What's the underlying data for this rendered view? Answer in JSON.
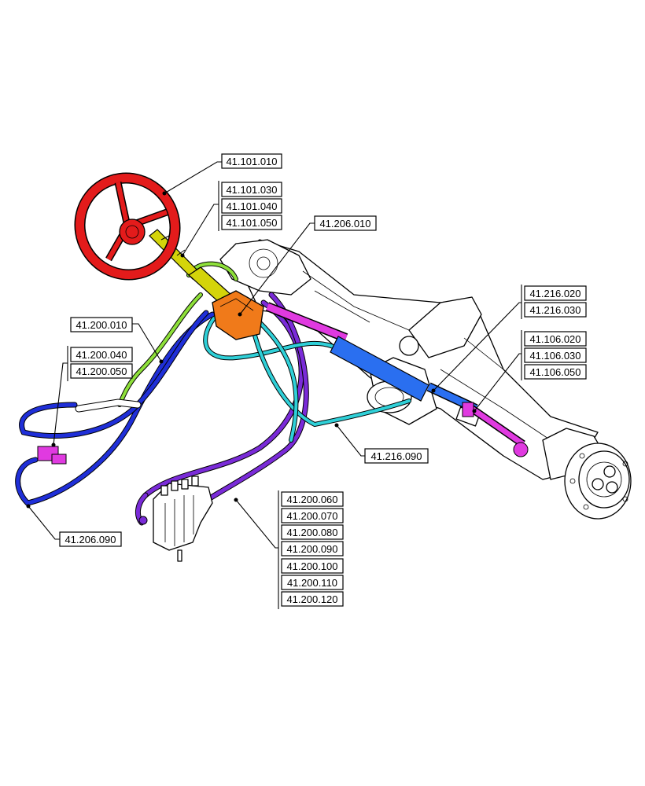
{
  "colors": {
    "steering_wheel": "#e31b1b",
    "column": "#d4d40a",
    "steering_unit": "#f07a1a",
    "hose_green": "#8ee03a",
    "hose_blue": "#1f2fd8",
    "hose_cyan": "#2fd0d8",
    "hose_purple": "#7a2bd8",
    "cylinder": "#2a6ff0",
    "tie_rod": "#e03ae0"
  },
  "callouts": {
    "c1": {
      "label": "41.101.010"
    },
    "c2": {
      "labels": [
        "41.101.030",
        "41.101.040",
        "41.101.050"
      ]
    },
    "c3": {
      "label": "41.206.010"
    },
    "c4": {
      "labels": [
        "41.216.020",
        "41.216.030"
      ]
    },
    "c5": {
      "labels": [
        "41.106.020",
        "41.106.030",
        "41.106.050"
      ]
    },
    "c6": {
      "label": "41.200.010"
    },
    "c7": {
      "labels": [
        "41.200.040",
        "41.200.050"
      ]
    },
    "c8": {
      "label": "41.216.090"
    },
    "c9": {
      "labels": [
        "41.200.060",
        "41.200.070",
        "41.200.080",
        "41.200.090",
        "41.200.100",
        "41.200.110",
        "41.200.120"
      ]
    },
    "c10": {
      "label": "41.206.090"
    }
  }
}
